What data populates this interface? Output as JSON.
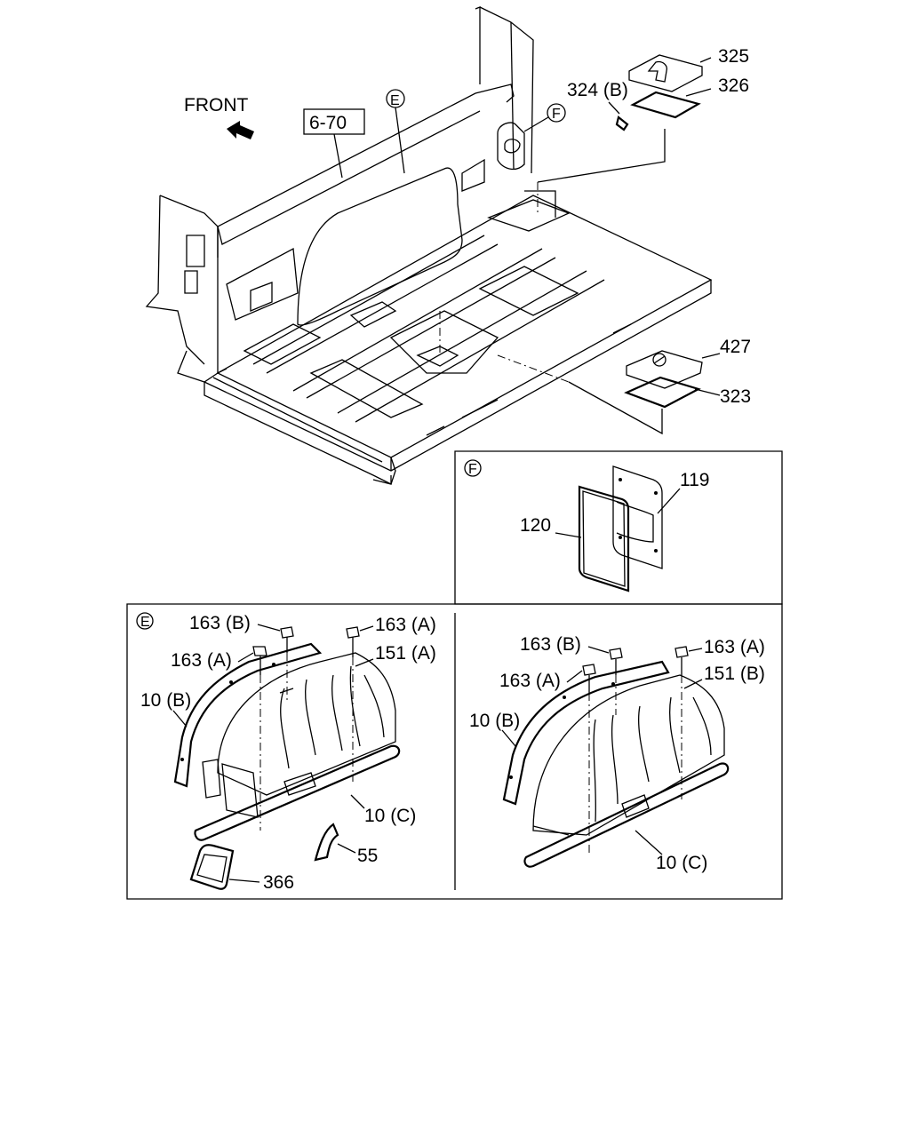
{
  "diagram": {
    "front_label": "FRONT",
    "ref_box": "6-70",
    "callouts": {
      "c325": "325",
      "c326": "326",
      "c324b": "324 (B)",
      "c427": "427",
      "c323": "323",
      "c119": "119",
      "c120": "120",
      "e_163b": "163 (B)",
      "e_163a_top": "163 (A)",
      "e_163a_left": "163 (A)",
      "e_151a": "151 (A)",
      "e_10b": "10 (B)",
      "e_10c": "10 (C)",
      "e_55": "55",
      "e_366": "366",
      "r_163b": "163 (B)",
      "r_163a_top": "163 (A)",
      "r_163a_left": "163 (A)",
      "r_151b": "151 (B)",
      "r_10b": "10 (B)",
      "r_10c": "10 (C)"
    },
    "markers": {
      "e": "E",
      "f": "F"
    }
  }
}
